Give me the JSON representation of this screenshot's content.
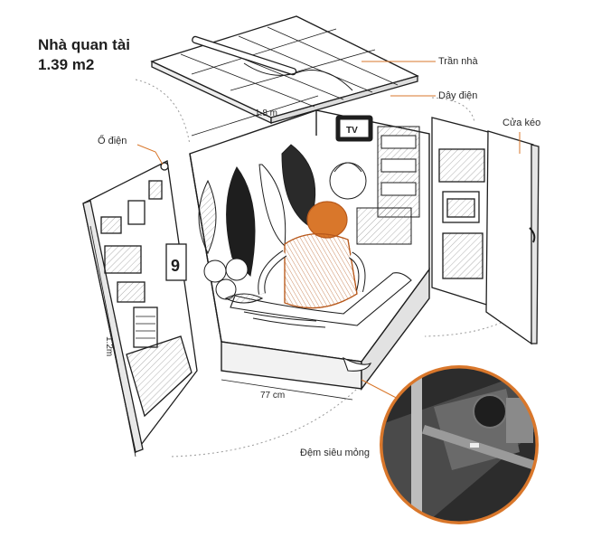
{
  "title": {
    "line1": "Nhà quan tài",
    "line2": "1.39 m2"
  },
  "labels": {
    "ceiling": "Trần nhà",
    "wire": "Dây điện",
    "sliding_door": "Cửa kéo",
    "socket": "Ổ điện",
    "mattress": "Đệm siêu mỏng",
    "tv": "TV",
    "calendar_number": "9"
  },
  "dimensions": {
    "length": "1.8 m",
    "width": "77 cm",
    "height": "1.2m"
  },
  "colors": {
    "accent": "#d9772b",
    "ink": "#1e1e1e",
    "photo_dark": "#3a3a3a"
  }
}
